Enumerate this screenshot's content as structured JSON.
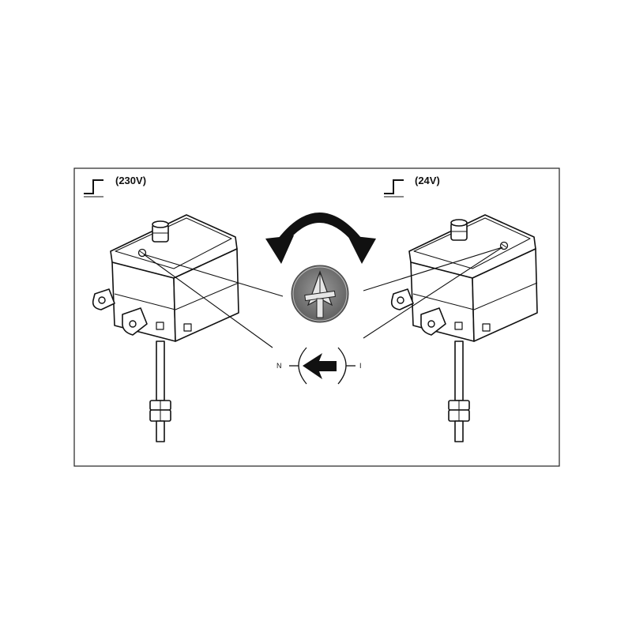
{
  "left_panel": {
    "voltage_label": "(230V)",
    "icon": "step-signal-icon"
  },
  "right_panel": {
    "voltage_label": "(24V)",
    "icon": "step-signal-icon"
  },
  "center": {
    "rotate_arrows_icon": "curved-double-arrow-icon",
    "adjust_tool_icon": "screwdriver-adjust-icon",
    "direction_icon": "left-arrow-icon",
    "scale_left": "N",
    "scale_right": "I"
  },
  "colors": {
    "ink": "#111111",
    "tool_circle": "#7a7a7a",
    "tool_circle_light": "#d9d9d9"
  }
}
